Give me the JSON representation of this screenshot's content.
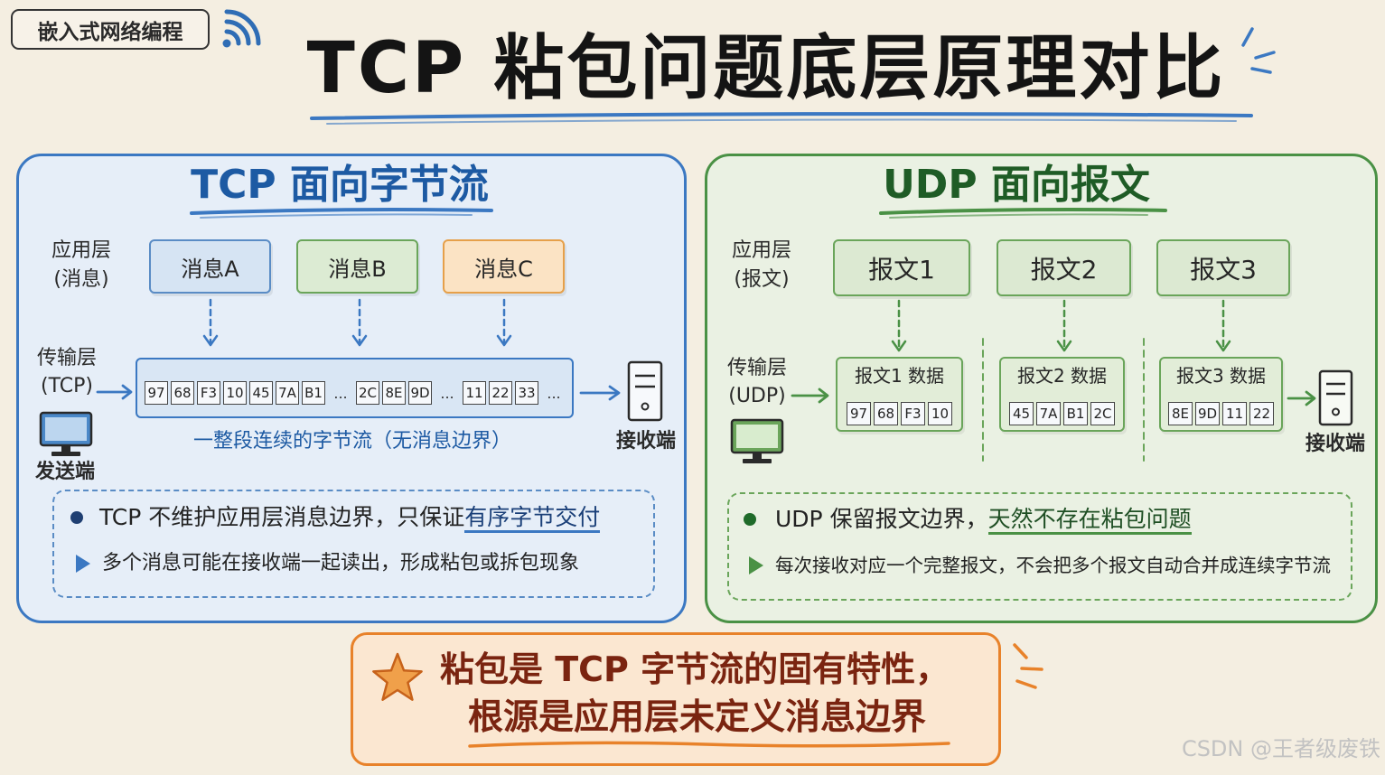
{
  "badge": {
    "label": "嵌入式网络编程",
    "icon": "wifi-icon"
  },
  "title": "TCP 粘包问题底层原理对比",
  "colors": {
    "tcp_accent": "#3b78c2",
    "tcp_heading": "#1d5aa3",
    "udp_accent": "#4a9145",
    "udp_heading": "#1f5c26",
    "summary_accent": "#e8822a",
    "summary_text": "#7a2410",
    "background": "#f4eee1"
  },
  "tcp": {
    "heading": "TCP 面向字节流",
    "app_layer": {
      "label": "应用层",
      "sub": "(消息)"
    },
    "messages": [
      "消息A",
      "消息B",
      "消息C"
    ],
    "transport_layer": {
      "label": "传输层",
      "sub": "(TCP)"
    },
    "stream_bytes": [
      "97",
      "68",
      "F3",
      "10",
      "45",
      "7A",
      "B1",
      "...",
      "2C",
      "8E",
      "9D",
      "...",
      "11",
      "22",
      "33",
      "..."
    ],
    "stream_caption": "一整段连续的字节流（无消息边界）",
    "sender": {
      "label": "发送端",
      "icon": "monitor-icon"
    },
    "receiver": {
      "label": "接收端",
      "icon": "server-icon"
    },
    "note": {
      "point_lead": "TCP 不维护应用层消息边界，只保证",
      "point_highlight": "有序字节交付",
      "detail": "多个消息可能在接收端一起读出，形成粘包或拆包现象"
    }
  },
  "udp": {
    "heading": "UDP 面向报文",
    "app_layer": {
      "label": "应用层",
      "sub": "(报文)"
    },
    "datagrams": [
      "报文1",
      "报文2",
      "报文3"
    ],
    "transport_layer": {
      "label": "传输层",
      "sub": "(UDP)"
    },
    "packets": [
      {
        "title": "报文1 数据",
        "bytes": [
          "97",
          "68",
          "F3",
          "10"
        ]
      },
      {
        "title": "报文2 数据",
        "bytes": [
          "45",
          "7A",
          "B1",
          "2C"
        ]
      },
      {
        "title": "报文3 数据",
        "bytes": [
          "8E",
          "9D",
          "11",
          "22"
        ]
      }
    ],
    "sender": {
      "icon": "monitor-icon"
    },
    "receiver": {
      "label": "接收端",
      "icon": "server-icon"
    },
    "note": {
      "point_lead": "UDP 保留报文边界，",
      "point_highlight": "天然不存在粘包问题",
      "detail": "每次接收对应一个完整报文，不会把多个报文自动合并成连续字节流"
    }
  },
  "summary": {
    "icon": "star-icon",
    "line1": "粘包是 TCP 字节流的固有特性，",
    "line2": "根源是应用层未定义消息边界"
  },
  "watermark": "CSDN @王者级废铁"
}
